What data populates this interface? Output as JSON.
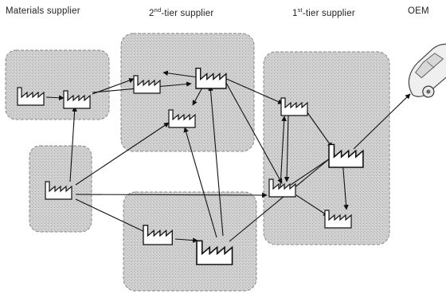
{
  "columns": {
    "materials": {
      "label": "Materials supplier"
    },
    "tier2": {
      "prefix": "2",
      "sup": "nd",
      "suffix": "-tier supplier"
    },
    "tier1": {
      "prefix": "1",
      "sup": "st",
      "suffix": "-tier supplier"
    },
    "oem": {
      "label": "OEM"
    }
  },
  "colors": {
    "cluster_fill": "#cfcfcf",
    "cluster_stroke": "#8a8a8a",
    "factory_fill": "#ffffff",
    "factory_stroke": "#111111",
    "arrow": "#111111"
  },
  "icons": {
    "factory": "factory-icon",
    "oem": "car-icon"
  },
  "clusters": [
    "materials-cluster-top",
    "materials-cluster-bottom",
    "tier2-cluster-top",
    "tier2-cluster-bottom",
    "tier1-cluster"
  ],
  "factories": [
    "m1",
    "m2",
    "m3",
    "s1",
    "s2",
    "s3",
    "s4",
    "s5",
    "t1",
    "t2",
    "t3",
    "t4"
  ]
}
